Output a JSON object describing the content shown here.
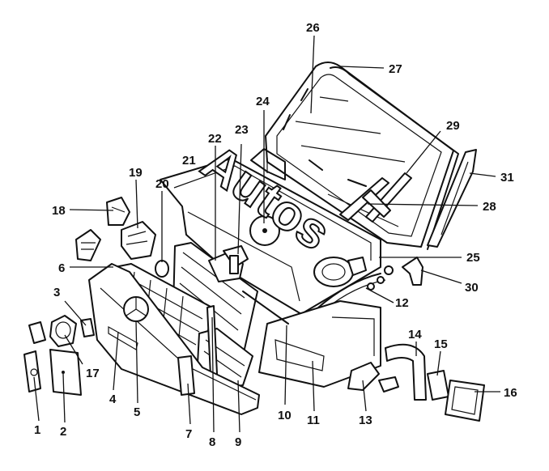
{
  "diagram": {
    "watermark": "Autos",
    "callouts": [
      "1",
      "2",
      "3",
      "4",
      "5",
      "6",
      "7",
      "8",
      "9",
      "10",
      "11",
      "12",
      "13",
      "14",
      "15",
      "16",
      "17",
      "18",
      "19",
      "20",
      "21",
      "22",
      "23",
      "24",
      "25",
      "26",
      "27",
      "28",
      "29",
      "30",
      "31"
    ]
  },
  "colors": {
    "ink": "#111111",
    "paper": "#ffffff"
  }
}
